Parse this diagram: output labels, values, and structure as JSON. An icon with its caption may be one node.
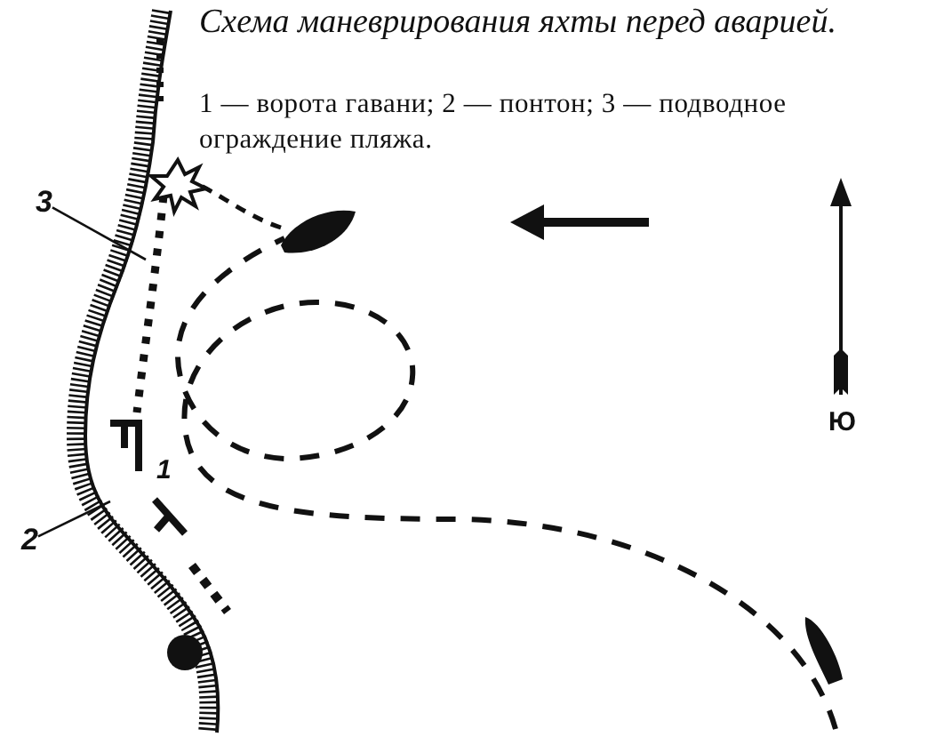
{
  "diagram": {
    "title": "Схема маневрирования яхты перед аварией.",
    "caption": "1 — ворота гавани; 2 — понтон; 3 — подводное ограждение пляжа.",
    "nodes": [
      {
        "text": [
          "3"
        ]
      },
      {
        "text": [
          "2"
        ]
      }
    ],
    "edges": [
      {
        "from": 0,
        "to": null,
        "arrow": "none"
      },
      {
        "from": 1,
        "to": null,
        "arrow": "none"
      }
    ],
    "labels": [
      "1",
      "Ю"
    ]
  }
}
